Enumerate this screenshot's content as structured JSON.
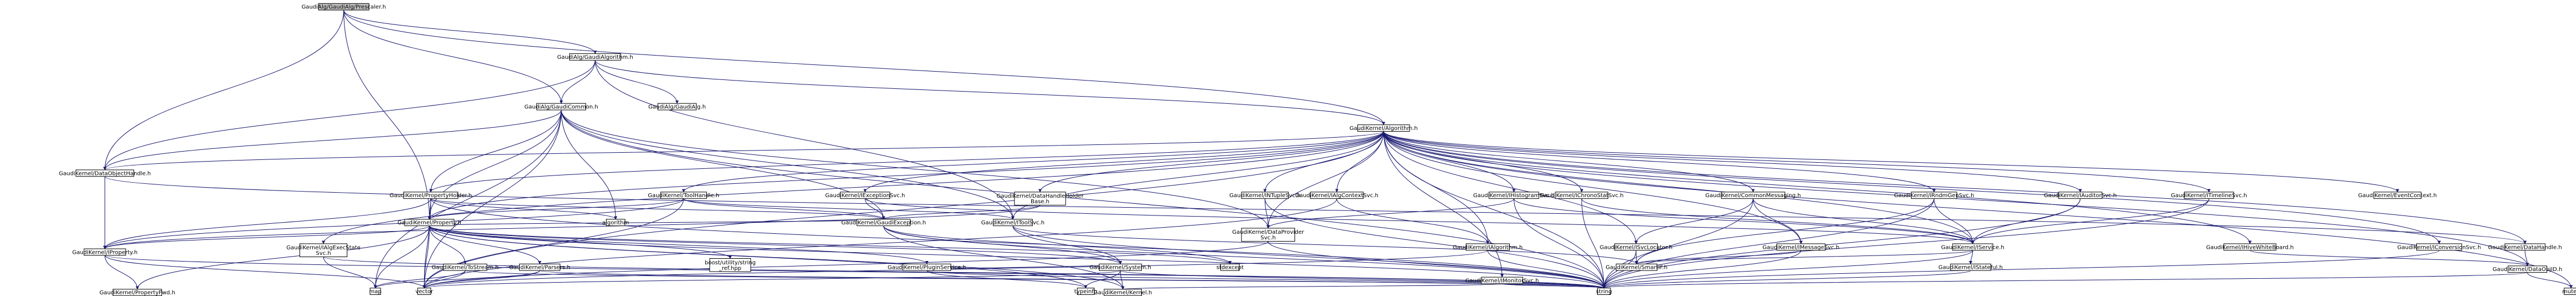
{
  "diagram": {
    "colors": {
      "background": "#ffffff",
      "node_root_fill": "#bfbfbf",
      "node_fill": "#ffffff",
      "node_border": "#000000",
      "node_red_border": "#ff0000",
      "edge_blue": "#191970",
      "edge_orange": "#ff8c00",
      "text": "#000000"
    },
    "nodes": [
      {
        "id": "n0",
        "lines": [
          "GaudiAlg/GaudiAlg/Prescaler.h"
        ],
        "kind": "root"
      },
      {
        "id": "n1",
        "lines": [
          "GaudiAlg/GaudiAlgorithm.h"
        ],
        "kind": "black"
      },
      {
        "id": "n2",
        "lines": [
          "GaudiAlg/GaudiCommon.h"
        ],
        "kind": "red"
      },
      {
        "id": "n3",
        "lines": [
          "GaudiAlg/GaudiAlg.h"
        ],
        "kind": "black"
      },
      {
        "id": "n4",
        "lines": [
          "GaudiKernel/Algorithm.h"
        ],
        "kind": "black"
      },
      {
        "id": "n5",
        "lines": [
          "GaudiKernel/DataObjectHandle.h"
        ],
        "kind": "red"
      },
      {
        "id": "n6",
        "lines": [
          "GaudiKernel/PropertyHolder.h"
        ],
        "kind": "red"
      },
      {
        "id": "n7",
        "lines": [
          "GaudiKernel/ToolHandle.h"
        ],
        "kind": "red"
      },
      {
        "id": "n8",
        "lines": [
          "GaudiKernel/IExceptionSvc.h"
        ],
        "kind": "red"
      },
      {
        "id": "n9",
        "lines": [
          "GaudiKernel/DataHandleHolder",
          "Base.h"
        ],
        "kind": "red"
      },
      {
        "id": "n10",
        "lines": [
          "GaudiKernel/INTupleSvc.h"
        ],
        "kind": "red"
      },
      {
        "id": "n11",
        "lines": [
          "GaudiKernel/IAlgContextSvc.h"
        ],
        "kind": "red"
      },
      {
        "id": "n12",
        "lines": [
          "GaudiKernel/IHistogramSvc.h"
        ],
        "kind": "red"
      },
      {
        "id": "n13",
        "lines": [
          "GaudiKernel/IChronoStatSvc.h"
        ],
        "kind": "red"
      },
      {
        "id": "n14",
        "lines": [
          "GaudiKernel/CommonMessaging.h"
        ],
        "kind": "red"
      },
      {
        "id": "n15",
        "lines": [
          "GaudiKernel/IRndmGenSvc.h"
        ],
        "kind": "red"
      },
      {
        "id": "n16",
        "lines": [
          "GaudiKernel/IAuditorSvc.h"
        ],
        "kind": "red"
      },
      {
        "id": "n17",
        "lines": [
          "GaudiKernel/ITimelineSvc.h"
        ],
        "kind": "red"
      },
      {
        "id": "n18",
        "lines": [
          "GaudiKernel/EventContext.h"
        ],
        "kind": "red"
      },
      {
        "id": "n19",
        "lines": [
          "GaudiKernel/Property.h"
        ],
        "kind": "black"
      },
      {
        "id": "n20",
        "lines": [
          "GaudiKernel/IProperty.h"
        ],
        "kind": "red"
      },
      {
        "id": "n21",
        "lines": [
          "GaudiKernel/IAlgExecState",
          "Svc.h"
        ],
        "kind": "red"
      },
      {
        "id": "n22",
        "lines": [
          "GaudiKernel/PropertyFwd.h"
        ],
        "kind": "black"
      },
      {
        "id": "n23",
        "lines": [
          "GaudiKernel/ToStream.h"
        ],
        "kind": "red"
      },
      {
        "id": "n24",
        "lines": [
          "GaudiKernel/Parsers.h"
        ],
        "kind": "red"
      },
      {
        "id": "n25",
        "lines": [
          "boost/utility/string",
          "_ref.hpp"
        ],
        "kind": "gray"
      },
      {
        "id": "n26",
        "lines": [
          "GaudiKernel/PluginService.h"
        ],
        "kind": "red"
      },
      {
        "id": "n27",
        "lines": [
          "GaudiKernel/GaudiException.h"
        ],
        "kind": "red"
      },
      {
        "id": "n28",
        "lines": [
          "GaudiKernel/IToolSvc.h"
        ],
        "kind": "red"
      },
      {
        "id": "n29",
        "lines": [
          "GaudiKernel/DataProvider",
          "Svc.h"
        ],
        "kind": "red"
      },
      {
        "id": "n30",
        "lines": [
          "GaudiKernel/IAlgorithm.h"
        ],
        "kind": "red"
      },
      {
        "id": "n31",
        "lines": [
          "GaudiKernel/System.h"
        ],
        "kind": "red"
      },
      {
        "id": "n32",
        "lines": [
          "GaudiKernel/Kernel.h"
        ],
        "kind": "black"
      },
      {
        "id": "n33",
        "lines": [
          "GaudiKernel/ISvcLocator.h"
        ],
        "kind": "red"
      },
      {
        "id": "n34",
        "lines": [
          "GaudiKernel/SmartIF.h"
        ],
        "kind": "red"
      },
      {
        "id": "n35",
        "lines": [
          "GaudiKernel/IMonitorSvc.h"
        ],
        "kind": "red"
      },
      {
        "id": "n36",
        "lines": [
          "GaudiKernel/IMessageSvc.h"
        ],
        "kind": "red"
      },
      {
        "id": "n37",
        "lines": [
          "GaudiKernel/IService.h"
        ],
        "kind": "red"
      },
      {
        "id": "n38",
        "lines": [
          "GaudiKernel/IStateful.h"
        ],
        "kind": "red"
      },
      {
        "id": "n39",
        "lines": [
          "GaudiKernel/IHiveWhiteBoard.h"
        ],
        "kind": "red"
      },
      {
        "id": "n40",
        "lines": [
          "GaudiKernel/IConversionSvc.h"
        ],
        "kind": "red"
      },
      {
        "id": "n41",
        "lines": [
          "GaudiKernel/DataHandle.h"
        ],
        "kind": "black"
      },
      {
        "id": "n42",
        "lines": [
          "GaudiKernel/DataObjID.h"
        ],
        "kind": "red"
      },
      {
        "id": "n43",
        "lines": [
          "mutex"
        ],
        "kind": "gray"
      },
      {
        "id": "n44",
        "lines": [
          "algorithm"
        ],
        "kind": "gray"
      },
      {
        "id": "n45",
        "lines": [
          "vector"
        ],
        "kind": "gray"
      },
      {
        "id": "n46",
        "lines": [
          "map"
        ],
        "kind": "gray"
      },
      {
        "id": "n47",
        "lines": [
          "string"
        ],
        "kind": "gray"
      },
      {
        "id": "n48",
        "lines": [
          "stdexcept"
        ],
        "kind": "gray"
      },
      {
        "id": "n49",
        "lines": [
          "typeinfo"
        ],
        "kind": "gray"
      }
    ],
    "edges": [
      [
        "n0",
        "n1"
      ],
      [
        "n0",
        "n19"
      ],
      [
        "n0",
        "n5"
      ],
      [
        "n0",
        "n2"
      ],
      [
        "n0",
        "n4"
      ],
      [
        "n1",
        "n2"
      ],
      [
        "n1",
        "n3"
      ],
      [
        "n1",
        "n4"
      ],
      [
        "n1",
        "n5"
      ],
      [
        "n1",
        "n28"
      ],
      [
        "n2",
        "n5"
      ],
      [
        "n2",
        "n6"
      ],
      [
        "n2",
        "n27"
      ],
      [
        "n2",
        "n28"
      ],
      [
        "n2",
        "n19"
      ],
      [
        "n2",
        "n44"
      ],
      [
        "n2",
        "n47"
      ],
      [
        "n2",
        "n45"
      ],
      [
        "n2",
        "n46"
      ],
      [
        "n2",
        "n29"
      ],
      [
        "n4",
        "n5"
      ],
      [
        "n4",
        "n6"
      ],
      [
        "n4",
        "n7"
      ],
      [
        "n4",
        "n8"
      ],
      [
        "n4",
        "n9"
      ],
      [
        "n4",
        "n10"
      ],
      [
        "n4",
        "n11"
      ],
      [
        "n4",
        "n12"
      ],
      [
        "n4",
        "n13"
      ],
      [
        "n4",
        "n14"
      ],
      [
        "n4",
        "n15"
      ],
      [
        "n4",
        "n16"
      ],
      [
        "n4",
        "n17"
      ],
      [
        "n4",
        "n18"
      ],
      [
        "n4",
        "n19"
      ],
      [
        "n4",
        "n21"
      ],
      [
        "n4",
        "n30"
      ],
      [
        "n4",
        "n33"
      ],
      [
        "n4",
        "n35"
      ],
      [
        "n4",
        "n36"
      ],
      [
        "n4",
        "n37"
      ],
      [
        "n4",
        "n39"
      ],
      [
        "n4",
        "n40"
      ],
      [
        "n4",
        "n41"
      ],
      [
        "n4",
        "n42"
      ],
      [
        "n4",
        "n43"
      ],
      [
        "n4",
        "n47"
      ],
      [
        "n4",
        "n45"
      ],
      [
        "n4",
        "n28"
      ],
      [
        "n4",
        "n29"
      ],
      [
        "n5",
        "n20"
      ],
      [
        "n5",
        "n41"
      ],
      [
        "n6",
        "n19"
      ],
      [
        "n6",
        "n20"
      ],
      [
        "n6",
        "n44"
      ],
      [
        "n6",
        "n45"
      ],
      [
        "n6",
        "n47"
      ],
      [
        "n6",
        "n27"
      ],
      [
        "n7",
        "n28"
      ],
      [
        "n7",
        "n27"
      ],
      [
        "n7",
        "n20"
      ],
      [
        "n7",
        "n19"
      ],
      [
        "n7",
        "n45"
      ],
      [
        "n8",
        "n27"
      ],
      [
        "n8",
        "n37"
      ],
      [
        "n9",
        "n27"
      ],
      [
        "n9",
        "n20"
      ],
      [
        "n10",
        "n29"
      ],
      [
        "n10",
        "n47"
      ],
      [
        "n11",
        "n30"
      ],
      [
        "n11",
        "n45"
      ],
      [
        "n12",
        "n29"
      ],
      [
        "n12",
        "n37"
      ],
      [
        "n12",
        "n47"
      ],
      [
        "n13",
        "n37"
      ],
      [
        "n13",
        "n47"
      ],
      [
        "n14",
        "n36"
      ],
      [
        "n14",
        "n33"
      ],
      [
        "n14",
        "n37"
      ],
      [
        "n14",
        "n47"
      ],
      [
        "n15",
        "n37"
      ],
      [
        "n15",
        "n34"
      ],
      [
        "n15",
        "n47"
      ],
      [
        "n16",
        "n37"
      ],
      [
        "n16",
        "n47"
      ],
      [
        "n17",
        "n37"
      ],
      [
        "n17",
        "n47"
      ],
      [
        "n19",
        "n20"
      ],
      [
        "n19",
        "n22"
      ],
      [
        "n19",
        "n23"
      ],
      [
        "n19",
        "n24"
      ],
      [
        "n19",
        "n25"
      ],
      [
        "n19",
        "n26"
      ],
      [
        "n19",
        "n27"
      ],
      [
        "n19",
        "n31"
      ],
      [
        "n19",
        "n32"
      ],
      [
        "n19",
        "n47"
      ],
      [
        "n19",
        "n45"
      ],
      [
        "n19",
        "n46"
      ],
      [
        "n19",
        "n48"
      ],
      [
        "n19",
        "n49"
      ],
      [
        "n20",
        "n22"
      ],
      [
        "n20",
        "n47"
      ],
      [
        "n20",
        "n45"
      ],
      [
        "n21",
        "n47"
      ],
      [
        "n21",
        "n46"
      ],
      [
        "n23",
        "n45"
      ],
      [
        "n23",
        "n46"
      ],
      [
        "n23",
        "n47"
      ],
      [
        "n24",
        "n45"
      ],
      [
        "n24",
        "n46"
      ],
      [
        "n24",
        "n47"
      ],
      [
        "n26",
        "n31"
      ],
      [
        "n26",
        "n47"
      ],
      [
        "n26",
        "n49"
      ],
      [
        "n27",
        "n31"
      ],
      [
        "n27",
        "n32"
      ],
      [
        "n27",
        "n48"
      ],
      [
        "n27",
        "n47"
      ],
      [
        "n28",
        "n31"
      ],
      [
        "n28",
        "n34"
      ],
      [
        "n28",
        "n47"
      ],
      [
        "n29",
        "n47"
      ],
      [
        "n29",
        "n45"
      ],
      [
        "n30",
        "n47"
      ],
      [
        "n30",
        "n45"
      ],
      [
        "n31",
        "n32"
      ],
      [
        "n31",
        "n47"
      ],
      [
        "n31",
        "n45"
      ],
      [
        "n31",
        "n49"
      ],
      [
        "n33",
        "n34"
      ],
      [
        "n33",
        "n47"
      ],
      [
        "n35",
        "n32"
      ],
      [
        "n35",
        "n47"
      ],
      [
        "n36",
        "n47"
      ],
      [
        "n36",
        "n34"
      ],
      [
        "n37",
        "n38"
      ],
      [
        "n37",
        "n47"
      ],
      [
        "n37",
        "n34"
      ],
      [
        "n38",
        "n47"
      ],
      [
        "n39",
        "n42"
      ],
      [
        "n40",
        "n47"
      ],
      [
        "n41",
        "n42"
      ],
      [
        "n42",
        "n43"
      ],
      [
        "n42",
        "n47"
      ]
    ]
  }
}
